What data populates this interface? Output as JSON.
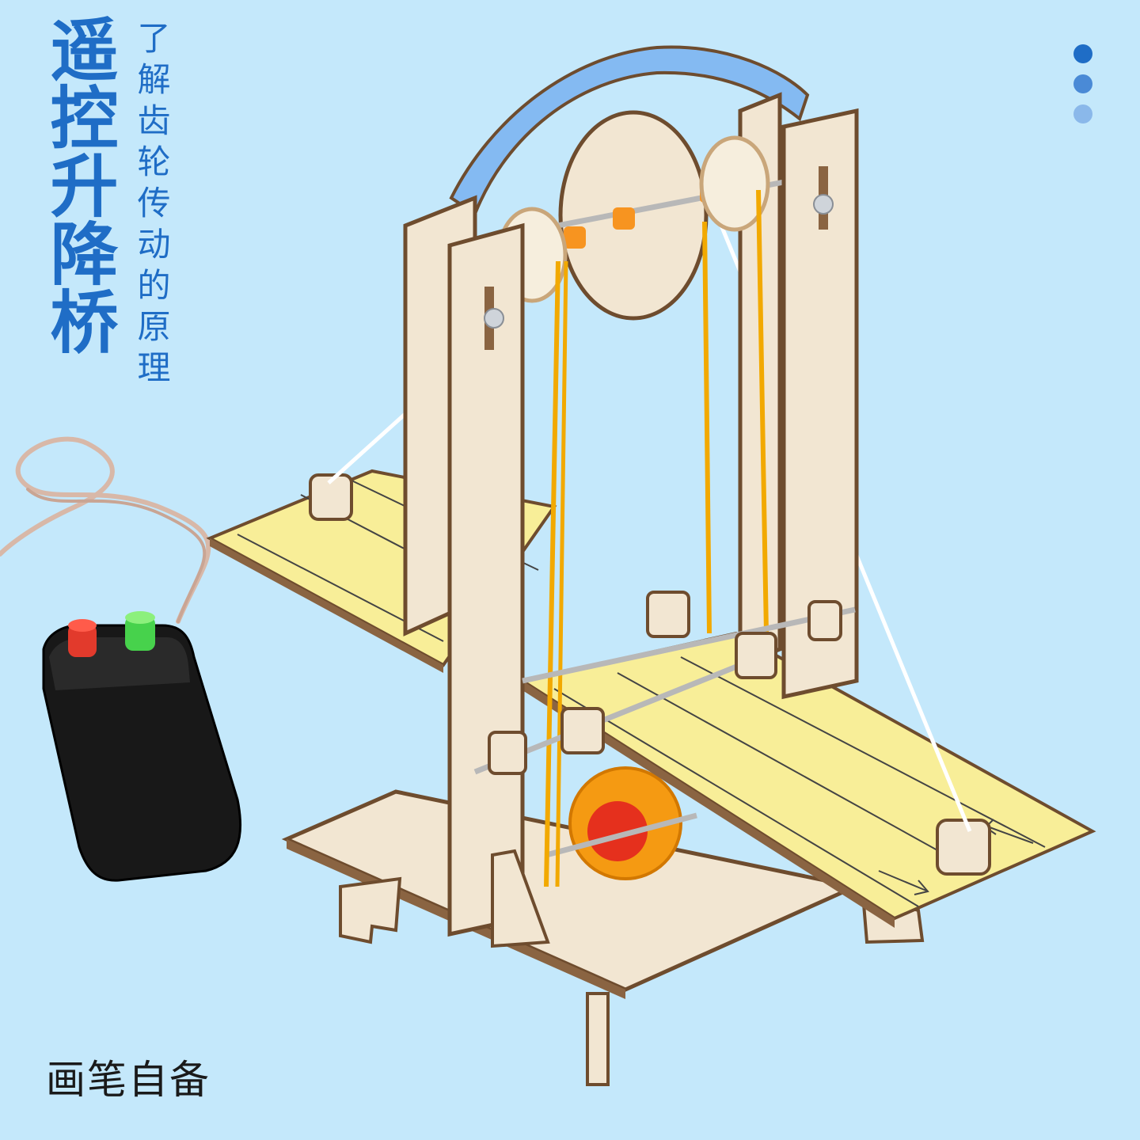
{
  "headline": {
    "title": "遥控升降桥",
    "subtitle": "了解齿轮传动的原理"
  },
  "footnote": "画笔自备",
  "page_indicator": {
    "dots": [
      {
        "color": "#1f6dc6"
      },
      {
        "color": "#4a8ad6"
      },
      {
        "color": "#8ab8ea"
      }
    ]
  },
  "colors": {
    "background": "#c4e8fb",
    "accent": "#1f6dc6",
    "wood": "#f0e4d0",
    "wood_edge": "#6e4c2e",
    "deck": "#f8ee98",
    "belt": "#f2a900",
    "arch": "#84baf2",
    "remote": "#181818",
    "button_red": "#e23a2c",
    "button_green": "#47d24c"
  }
}
